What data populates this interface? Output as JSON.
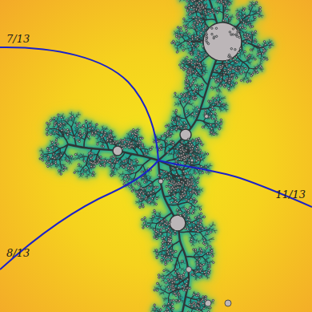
{
  "diagram": {
    "labels": [
      "7/13",
      "8/13",
      "11/13"
    ]
  }
}
